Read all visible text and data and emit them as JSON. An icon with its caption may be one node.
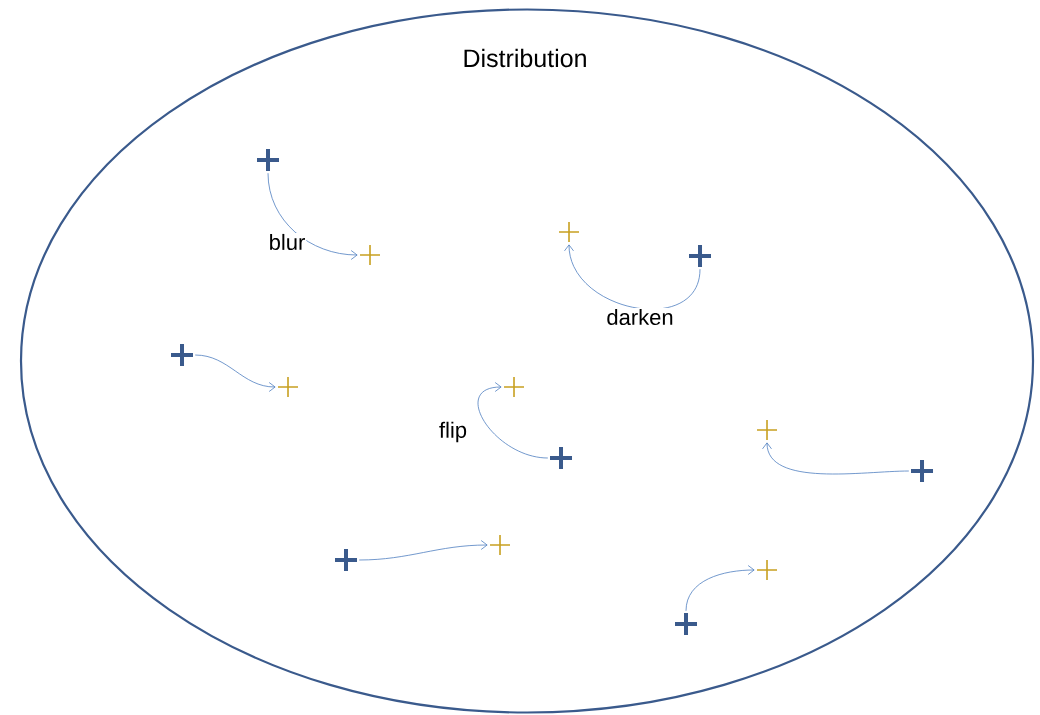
{
  "diagram": {
    "nodes": [
      {
        "text": [
          "Distribution"
        ]
      },
      {
        "text": [],
        "shape": "cross",
        "in": 0
      },
      {
        "text": [],
        "shape": "cross",
        "in": 0
      },
      {
        "text": [],
        "shape": "cross",
        "in": 0
      },
      {
        "text": [],
        "shape": "cross",
        "in": 0
      },
      {
        "text": [],
        "shape": "cross",
        "in": 0
      },
      {
        "text": [],
        "shape": "cross",
        "in": 0
      },
      {
        "text": [],
        "shape": "cross",
        "in": 0
      },
      {
        "text": [],
        "shape": "cross",
        "in": 0
      },
      {
        "text": [],
        "shape": "cross",
        "in": 0
      },
      {
        "text": [],
        "shape": "cross",
        "in": 0
      },
      {
        "text": [],
        "shape": "cross",
        "in": 0
      },
      {
        "text": [],
        "shape": "cross",
        "in": 0
      },
      {
        "text": [],
        "shape": "cross",
        "in": 0
      },
      {
        "text": [],
        "shape": "cross",
        "in": 0
      }
    ],
    "edges": [
      {
        "from": 1,
        "to": 3,
        "arrow": "to",
        "label": "blur"
      },
      {
        "from": 4,
        "to": 2,
        "arrow": "to",
        "label": "darken"
      },
      {
        "from": 5,
        "to": 6,
        "arrow": "to"
      },
      {
        "from": 9,
        "to": 7,
        "arrow": "to",
        "label": "flip"
      },
      {
        "from": 10,
        "to": 8,
        "arrow": "to"
      },
      {
        "from": 12,
        "to": 11,
        "arrow": "to"
      },
      {
        "from": 14,
        "to": 13,
        "arrow": "to"
      }
    ]
  }
}
